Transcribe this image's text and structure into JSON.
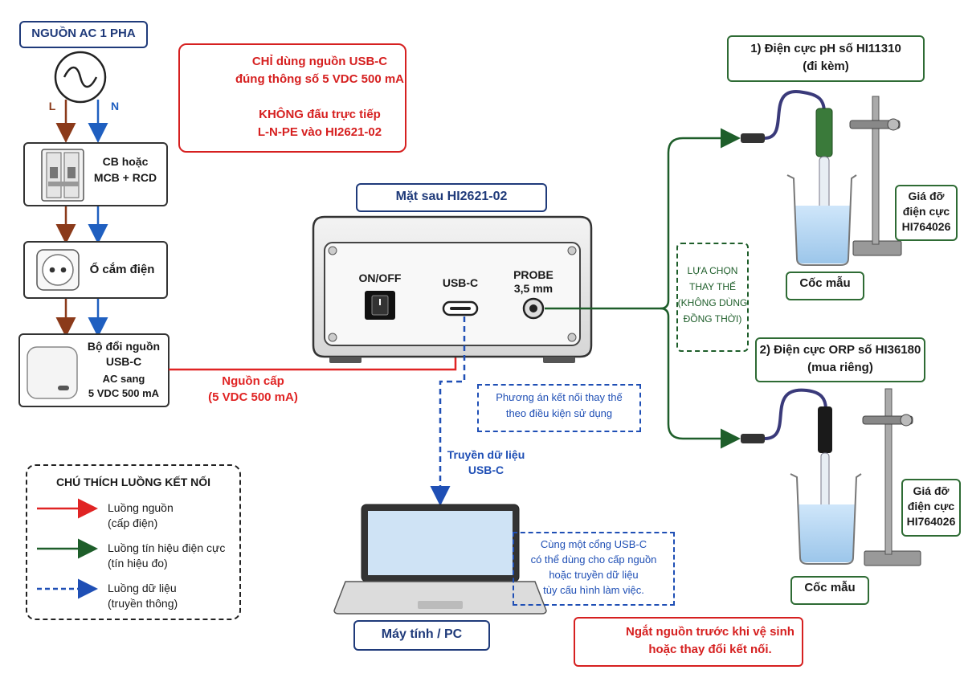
{
  "source": {
    "title": "NGUỒN AC 1 PHA",
    "l_label": "L",
    "n_label": "N"
  },
  "breaker": {
    "label_line1": "CB hoặc",
    "label_line2": "MCB + RCD"
  },
  "socket": {
    "label": "Ổ cắm điện"
  },
  "adapter": {
    "line1": "Bộ đổi nguồn",
    "line2": "USB-C",
    "line3": "AC sang",
    "line4": "5 VDC 500 mA"
  },
  "power_feed": {
    "line1": "Nguồn cấp",
    "line2": "(5 VDC 500 mA)"
  },
  "warning_top": {
    "line1": "CHỈ dùng nguồn USB-C",
    "line2": "đúng thông số 5 VDC 500 mA",
    "line3": "KHÔNG đấu trực tiếp",
    "line4": "L-N-PE vào HI2621-02"
  },
  "device": {
    "title": "Mặt sau HI2621-02",
    "on_off": "ON/OFF",
    "usb_c": "USB-C",
    "probe_line1": "PROBE",
    "probe_line2": "3,5 mm"
  },
  "alt_connection": {
    "line1": "Phương án kết nối thay thế",
    "line2": "theo điều kiện sử dụng"
  },
  "data_transfer": {
    "line1": "Truyền dữ liệu",
    "line2": "USB-C"
  },
  "choice": {
    "line1": "LỰA CHỌN",
    "line2": "THAY THẾ",
    "line3": "(KHÔNG DÙNG",
    "line4": "ĐỒNG THỜI)"
  },
  "ph_electrode": {
    "line1": "1) Điện cực pH số HI11310",
    "line2": "(đi kèm)"
  },
  "orp_electrode": {
    "line1": "2) Điện cực ORP số HI36180",
    "line2": "(mua riêng)"
  },
  "holder_top": {
    "line1": "Giá đỡ",
    "line2": "điện cực",
    "line3": "HI764026"
  },
  "holder_bottom": {
    "line1": "Giá đỡ",
    "line2": "điện cực",
    "line3": "HI764026"
  },
  "beaker_top": {
    "label": "Cốc mẫu"
  },
  "beaker_bottom": {
    "label": "Cốc mẫu"
  },
  "same_port": {
    "line1": "Cùng một cổng USB-C",
    "line2": "có thể dùng cho cấp nguồn",
    "line3": "hoặc truyền dữ liệu",
    "line4": "tùy cấu hình làm việc."
  },
  "laptop": {
    "label": "Máy tính / PC"
  },
  "warning_bottom": {
    "line1": "Ngắt nguồn trước khi vệ sinh",
    "line2": "hoặc thay đổi kết nối."
  },
  "legend": {
    "title": "CHÚ THÍCH LUỒNG KẾT NỐI",
    "power_line1": "Luồng nguồn",
    "power_line2": "(cấp điện)",
    "signal_line1": "Luồng tín hiệu điện cực",
    "signal_line2": "(tín hiệu đo)",
    "data_line1": "Luồng dữ liệu",
    "data_line2": "(truyền thông)"
  },
  "colors": {
    "power": "#e02424",
    "signal": "#1e5e2a",
    "data": "#1f4fb5",
    "navy": "#1f3a7a",
    "l_wire": "#8b3a1a",
    "n_wire": "#1f5fc0",
    "warning_yellow": "#f5c400"
  }
}
